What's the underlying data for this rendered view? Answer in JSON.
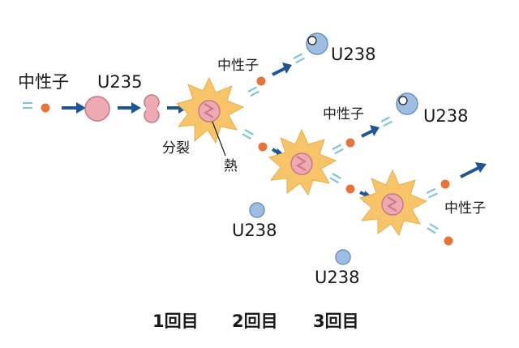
{
  "labels": {
    "neutron": "中性子",
    "u235": "U235",
    "u238": "U238",
    "fission": "分裂",
    "heat": "熱"
  },
  "rounds": [
    "1回目",
    "2回目",
    "3回目"
  ],
  "colors": {
    "neutron": "#e8733a",
    "nucleus_pink": "#eeaab4",
    "nucleus_stroke": "#c97783",
    "u238_blue": "#9dbde2",
    "u238_stroke": "#6c93c2",
    "burst": "#f7c46a",
    "arrow": "#1f5599",
    "trail": "#7ec5d8"
  }
}
